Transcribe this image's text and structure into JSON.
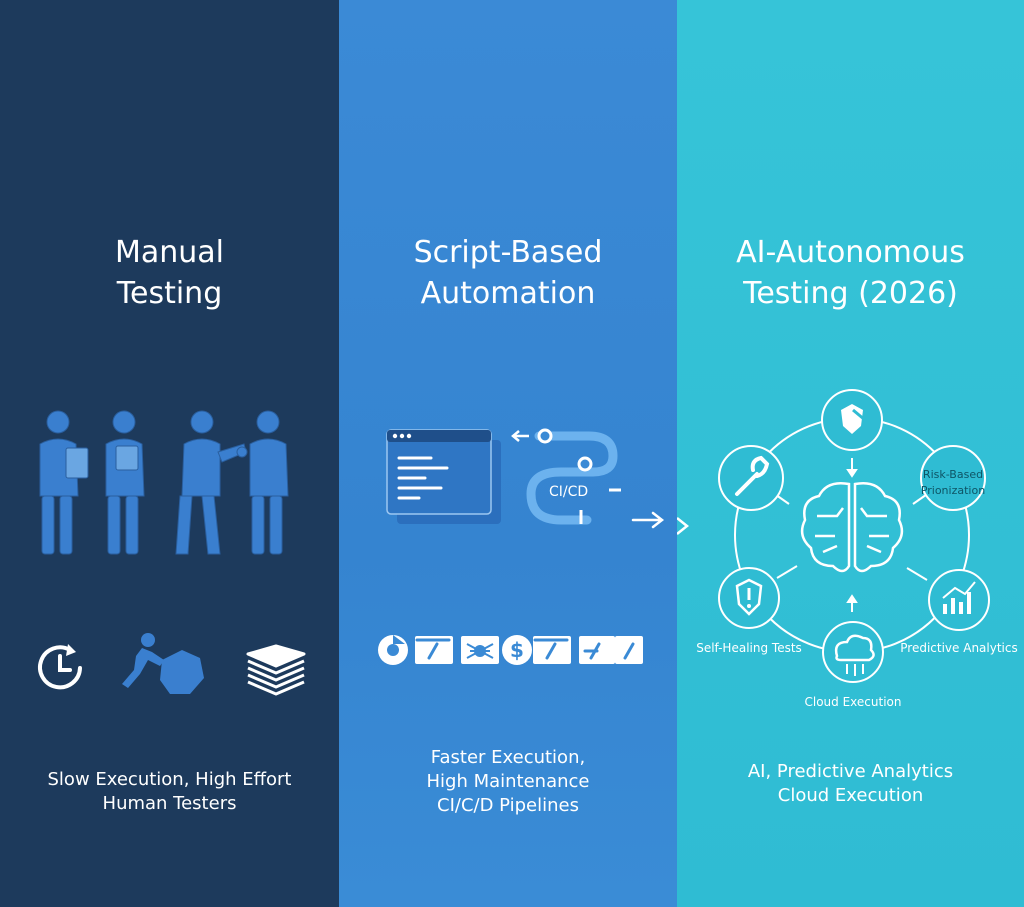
{
  "colors": {
    "panel_manual": "#1d3a5c",
    "panel_script": "#3a8ad5",
    "panel_ai": "#33c1d6",
    "figure_blue": "#3a7fcf",
    "icon_white": "#ffffff"
  },
  "panels": [
    {
      "title_line1": "Manual",
      "title_line2": "Testing",
      "icons": [
        "people-collaborating-icon",
        "clock-icon",
        "boulder-pushing-icon",
        "document-stack-icon"
      ],
      "caption_line1": "Slow Execution, High Effort",
      "caption_line2": "Human Testers"
    },
    {
      "title_line1": "Script-Based",
      "title_line2": "Automation",
      "pipeline_label": "CI/CD",
      "icons": [
        "code-window-icon",
        "pipeline-icon",
        "browser-icon",
        "spider-icon",
        "dollar-icon",
        "test-step-icon"
      ],
      "caption_line1": "Faster Execution,",
      "caption_line2": "High Maintenance",
      "caption_line3": "CI/C/D Pipelines"
    },
    {
      "title_line1": "AI-Autonomous",
      "title_line2": "Testing (2026)",
      "hub_icon": "brain-circuit-icon",
      "nodes": {
        "top": "",
        "risk_line1": "Risk-Based",
        "risk_line2": "Prionization",
        "self_healing": "Self-Healing Tests",
        "predictive": "Predictive Analytics",
        "cloud": "Cloud Execution"
      },
      "caption_line1": "AI, Predictive Analytics",
      "caption_line2": "Cloud Execution"
    }
  ]
}
